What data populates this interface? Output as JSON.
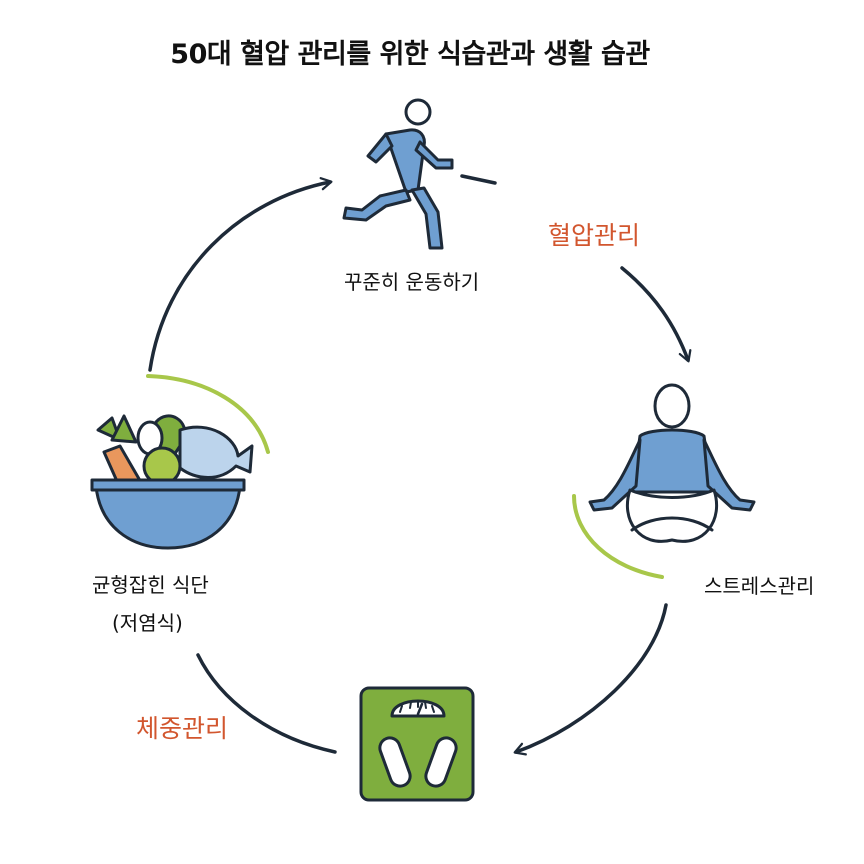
{
  "title": "50대 혈압 관리를 위한 식습관과 생활 습관",
  "nodes": {
    "exercise": {
      "label": "꾸준히 운동하기",
      "icon": "running-person-icon"
    },
    "stress": {
      "label": "스트레스관리",
      "icon": "meditation-person-icon"
    },
    "weight": {
      "icon": "bathroom-scale-icon"
    },
    "diet": {
      "label_line1": "균형잡힌 식단",
      "label_line2": "(저염식)",
      "icon": "vegetable-bowl-icon"
    }
  },
  "edges": {
    "bp": {
      "label": "혈압관리"
    },
    "weight": {
      "label": "체중관리"
    }
  },
  "colors": {
    "accent_text": "#d2562e",
    "icon_blue": "#6f9fd1",
    "outline": "#1e2a38",
    "highlight_green": "#a8c74a",
    "scale_green": "#7fae3e"
  }
}
